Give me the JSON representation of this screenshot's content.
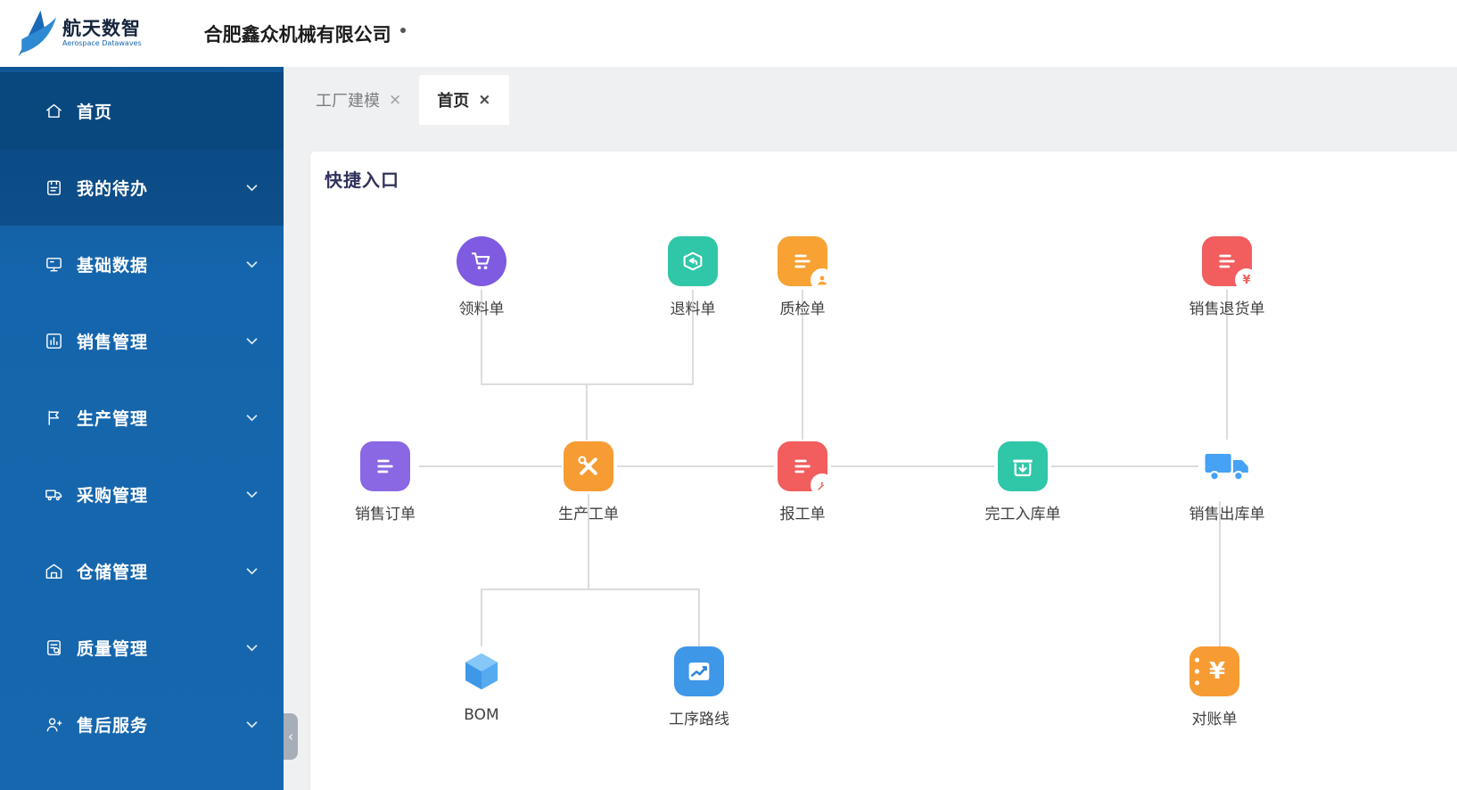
{
  "header": {
    "brand": "航天数智",
    "brand_sub": "Aerospace Datawaves",
    "company": "合肥鑫众机械有限公司"
  },
  "sidebar": {
    "items": [
      {
        "label": "首页",
        "icon": "home-icon",
        "active": true
      },
      {
        "label": "我的待办",
        "icon": "todo-icon"
      },
      {
        "label": "基础数据",
        "icon": "database-icon"
      },
      {
        "label": "销售管理",
        "icon": "sales-icon"
      },
      {
        "label": "生产管理",
        "icon": "production-icon"
      },
      {
        "label": "采购管理",
        "icon": "purchase-icon"
      },
      {
        "label": "仓储管理",
        "icon": "warehouse-icon"
      },
      {
        "label": "质量管理",
        "icon": "quality-icon"
      },
      {
        "label": "售后服务",
        "icon": "aftersales-icon"
      }
    ],
    "collapse_arrow": "‹"
  },
  "tabs": [
    {
      "label": "工厂建模",
      "close": "×",
      "active": false
    },
    {
      "label": "首页",
      "close": "×",
      "active": true
    }
  ],
  "main": {
    "section_title": "快捷入口",
    "nodes": [
      {
        "label": "领料单",
        "icon": "cart-icon"
      },
      {
        "label": "退料单",
        "icon": "return-box-icon"
      },
      {
        "label": "质检单",
        "icon": "inspection-doc-icon"
      },
      {
        "label": "销售退货单",
        "icon": "sales-return-doc-icon"
      },
      {
        "label": "销售订单",
        "icon": "sales-order-doc-icon"
      },
      {
        "label": "生产工单",
        "icon": "work-order-tools-icon"
      },
      {
        "label": "报工单",
        "icon": "work-report-doc-icon"
      },
      {
        "label": "完工入库单",
        "icon": "inbound-box-icon"
      },
      {
        "label": "销售出库单",
        "icon": "truck-icon"
      },
      {
        "label": "BOM",
        "icon": "bom-cube-icon"
      },
      {
        "label": "工序路线",
        "icon": "route-chart-icon"
      },
      {
        "label": "对账单",
        "icon": "statement-yuan-icon"
      }
    ]
  },
  "icons": {
    "yuan": "¥"
  },
  "colors": {
    "sidebar_blue": "#1565ac",
    "sidebar_active": "#09477f",
    "purple": "#7e5be0",
    "teal": "#30c6a8",
    "orange": "#f7a233",
    "red": "#f25d5d",
    "blue": "#45a2f5",
    "line": "#dcdcdc",
    "title": "#32325d"
  }
}
